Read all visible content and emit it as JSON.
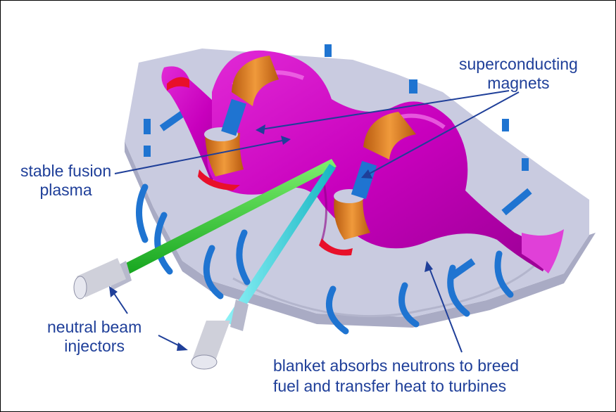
{
  "labels": {
    "magnets": [
      "superconducting",
      "magnets"
    ],
    "plasma": [
      "stable fusion",
      "plasma"
    ],
    "injectors": [
      "neutral beam",
      "injectors"
    ],
    "blanket": [
      "blanket absorbs neutrons to breed",
      "fuel and transfer heat to turbines"
    ]
  },
  "colors": {
    "label_text": "#1f3f99",
    "blanket": "#c9cbe0",
    "blanket_side": "#a9abc4",
    "plasma": "#d400c8",
    "magnet": "#d9771f",
    "coil_support": "#1f74d1",
    "beam_green": "#22c22e",
    "beam_cyan": "#22cfd9",
    "injector": "#cfd0da"
  }
}
